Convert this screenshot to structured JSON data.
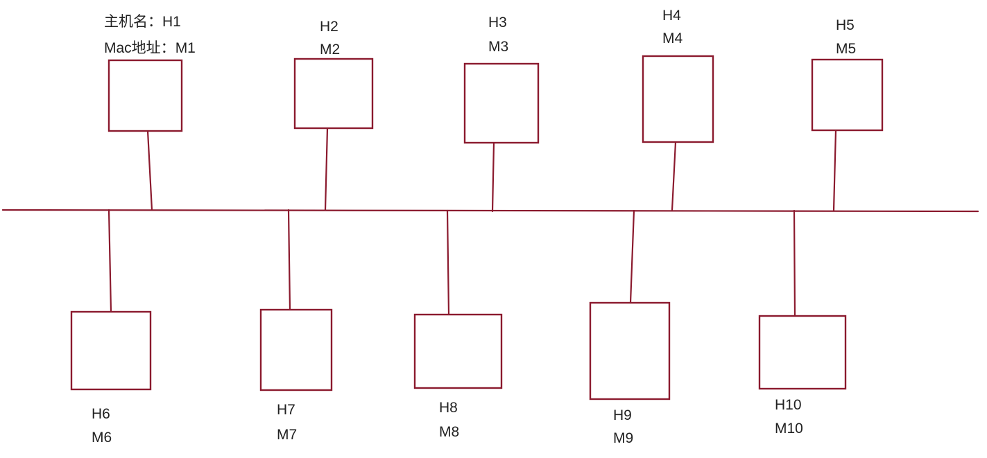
{
  "colors": {
    "line": "#8b1a2e",
    "text": "#222222",
    "background": "#ffffff"
  },
  "legend": {
    "host_prefix": "主机名：",
    "mac_prefix": "Mac地址："
  },
  "hosts": [
    {
      "id": "H1",
      "name": "H1",
      "mac": "M1"
    },
    {
      "id": "H2",
      "name": "H2",
      "mac": "M2"
    },
    {
      "id": "H3",
      "name": "H3",
      "mac": "M3"
    },
    {
      "id": "H4",
      "name": "H4",
      "mac": "M4"
    },
    {
      "id": "H5",
      "name": "H5",
      "mac": "M5"
    },
    {
      "id": "H6",
      "name": "H6",
      "mac": "M6"
    },
    {
      "id": "H7",
      "name": "H7",
      "mac": "M7"
    },
    {
      "id": "H8",
      "name": "H8",
      "mac": "M8"
    },
    {
      "id": "H9",
      "name": "H9",
      "mac": "M9"
    },
    {
      "id": "H10",
      "name": "H10",
      "mac": "M10"
    }
  ]
}
